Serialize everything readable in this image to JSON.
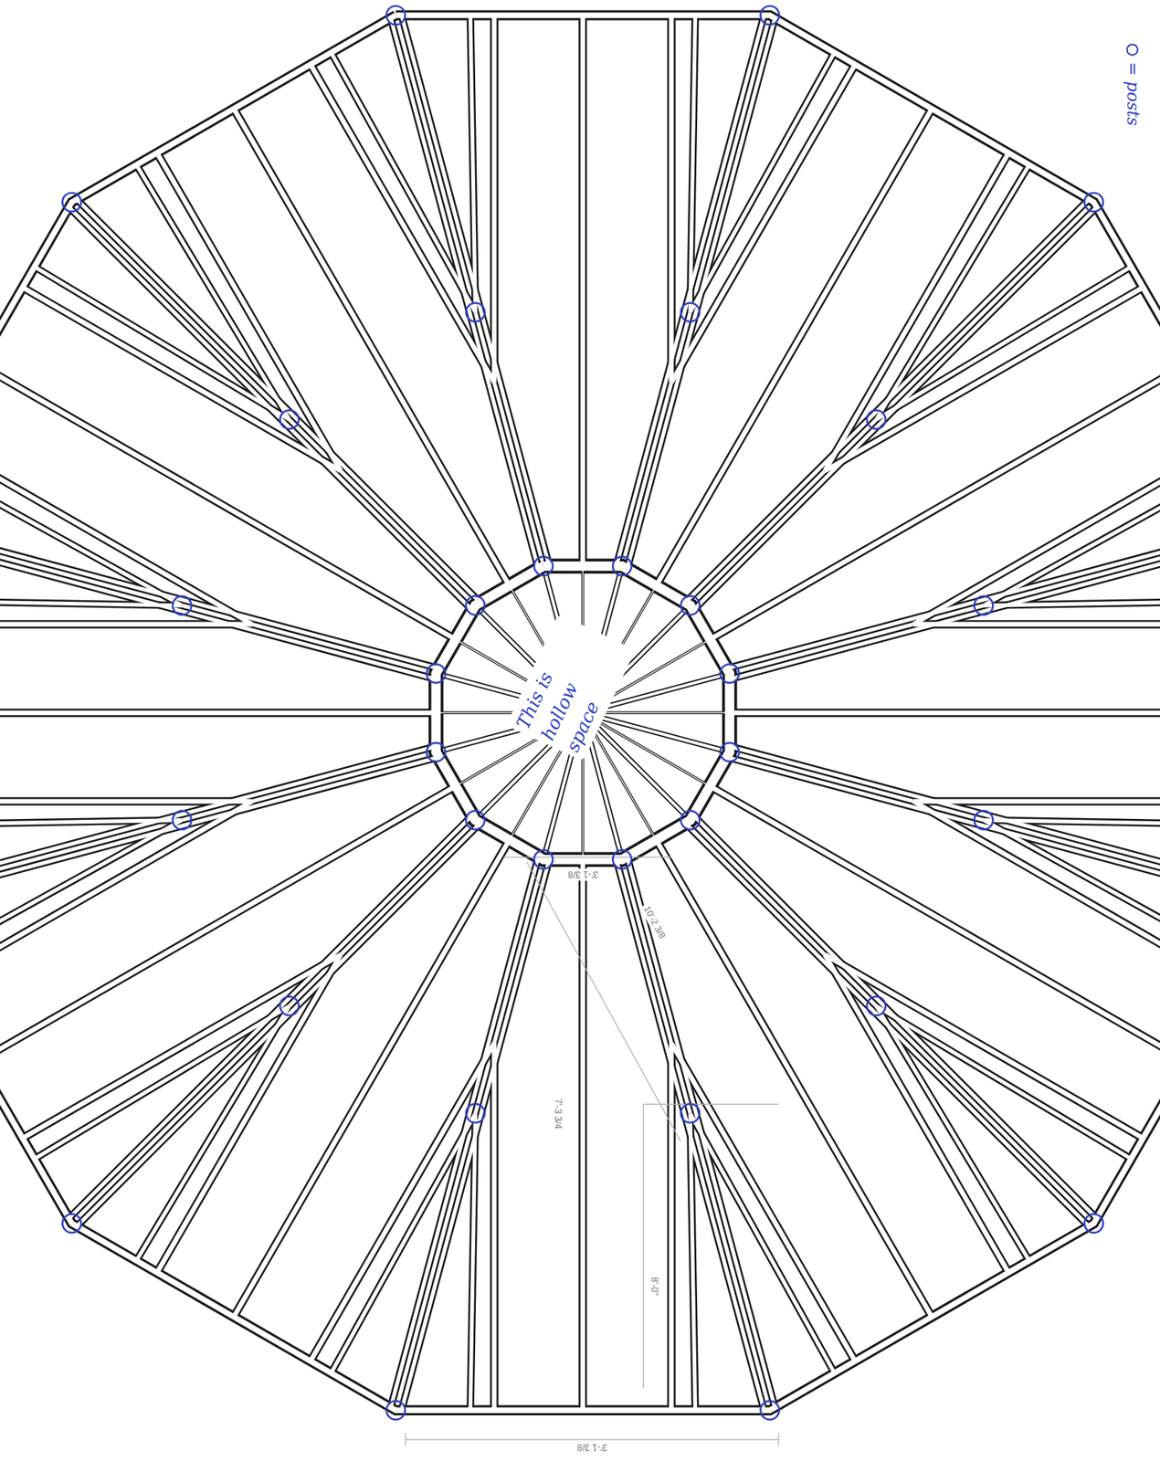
{
  "diagram": {
    "labels": [
      "This is hollow space",
      "3'-1 3/8",
      "3'-1 3/8",
      "7'-3 3/4",
      "10'-2 3/8",
      "8'-0\""
    ],
    "legend": [
      {
        "text": "= posts"
      }
    ]
  }
}
